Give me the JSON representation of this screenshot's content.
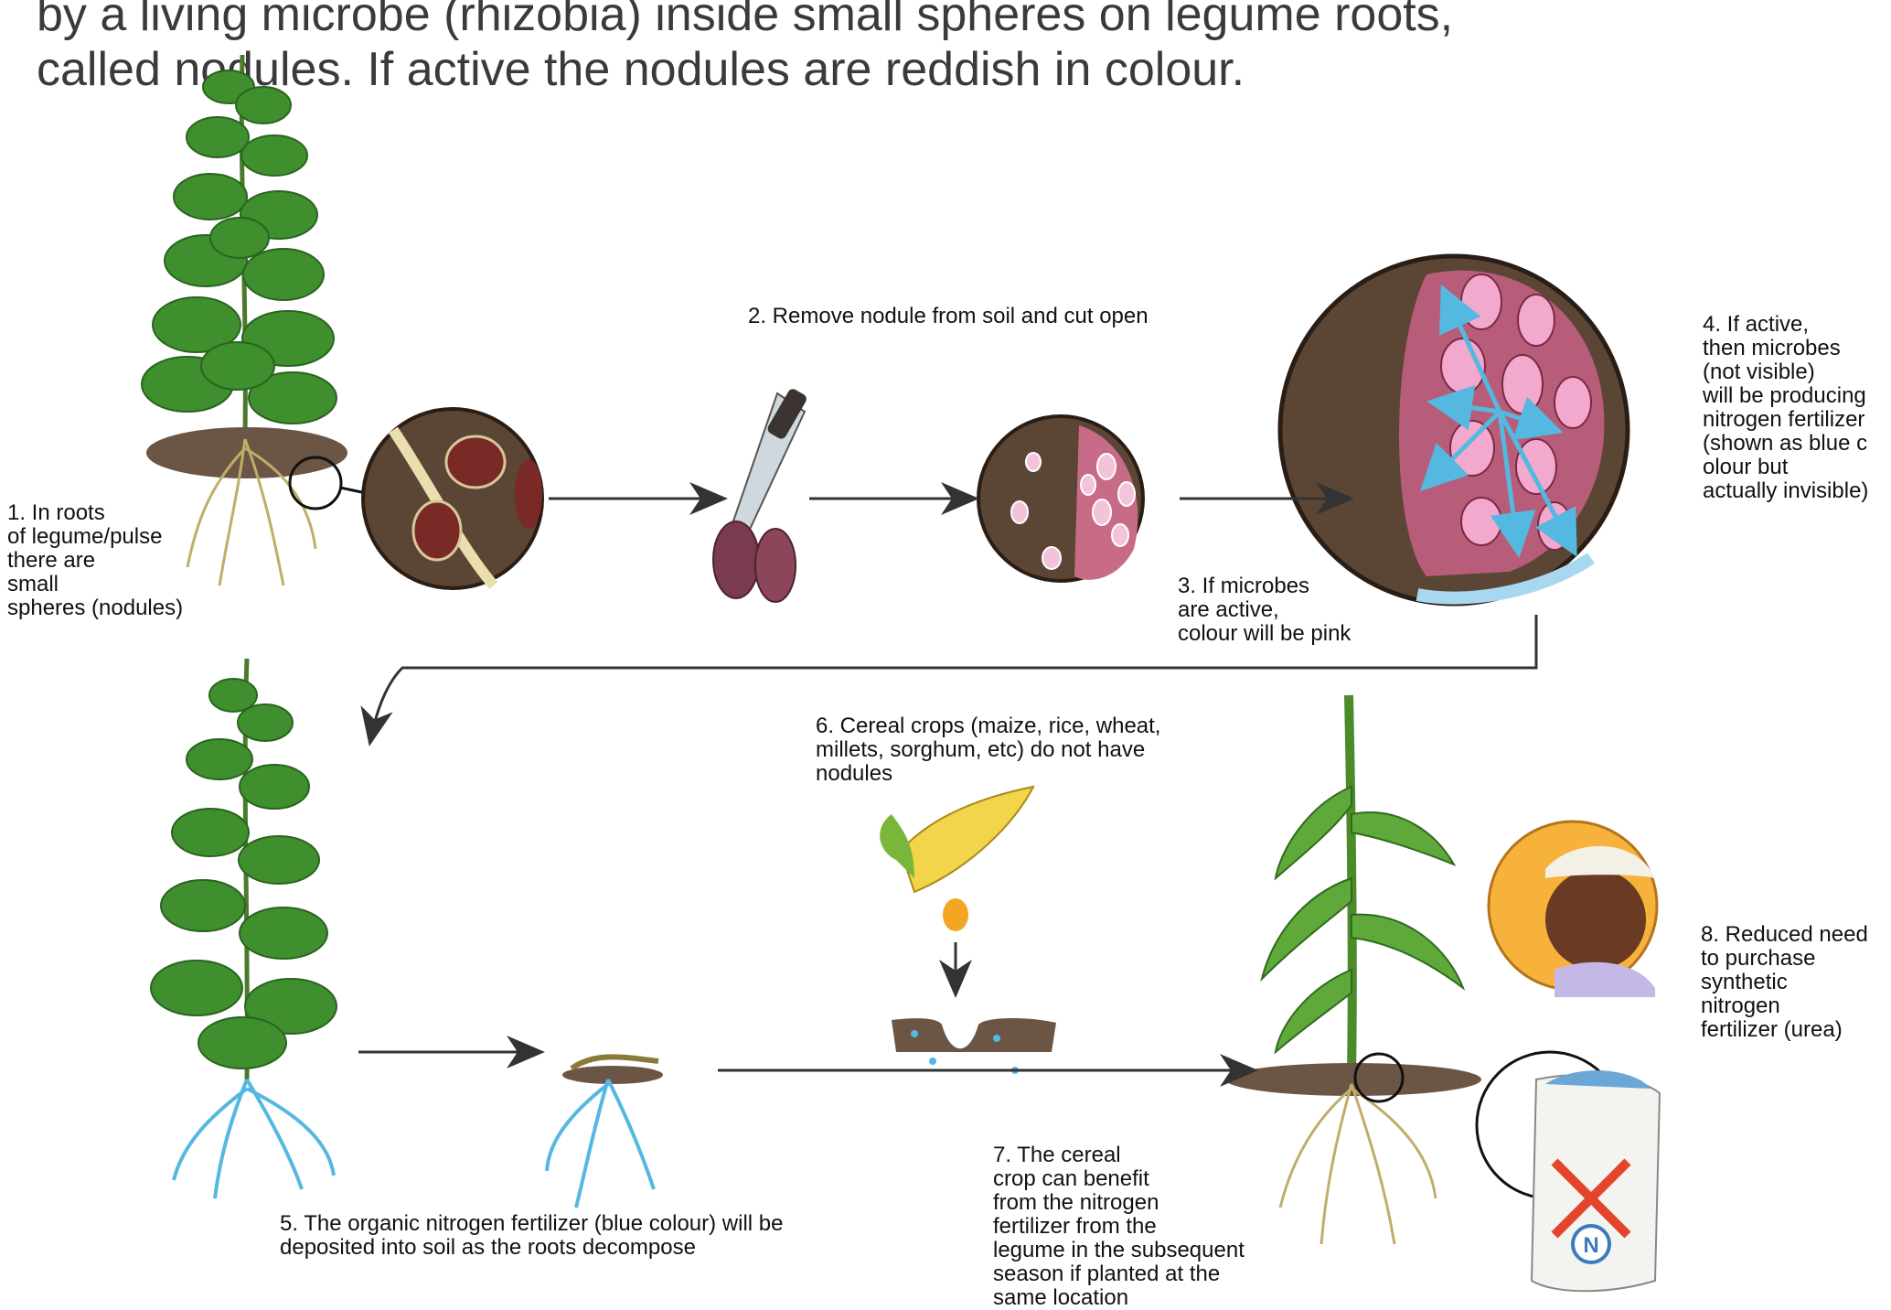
{
  "intro": {
    "line1": "by a living microbe (rhizobia) inside small spheres on legume roots,",
    "line2": "called nodules. If active the nodules are reddish in colour."
  },
  "captions": {
    "step1": "1. In roots\nof legume/pulse\nthere are\nsmall\nspheres (nodules)",
    "step2": "2. Remove nodule from soil and cut open",
    "step3": "3. If microbes\nare active,\ncolour will be pink",
    "step4": "4. If active,\nthen microbes\n(not visible)\nwill be producing\nnitrogen fertilizer\n(shown as blue c\nolour but\nactually invisible)",
    "step5": "5. The organic nitrogen fertilizer (blue colour) will be\ndeposited into soil as the roots decompose",
    "step6": "6. Cereal crops (maize, rice, wheat,\nmillets, sorghum, etc) do not have\nnodules",
    "step7": "7. The cereal\ncrop can benefit\nfrom the nitrogen\nfertilizer from the\nlegume in the subsequent\nseason if planted at the\nsame location",
    "step8": "8. Reduced need\nto purchase\nsynthetic\nnitrogen\nfertilizer (urea)"
  },
  "bag_label": "N",
  "colors": {
    "leaf": "#3f8f2e",
    "soil": "#5a4536",
    "nodule_pink": "#e58fc0",
    "nitrogen_blue": "#55b8e0",
    "cross_red": "#e2452b"
  }
}
